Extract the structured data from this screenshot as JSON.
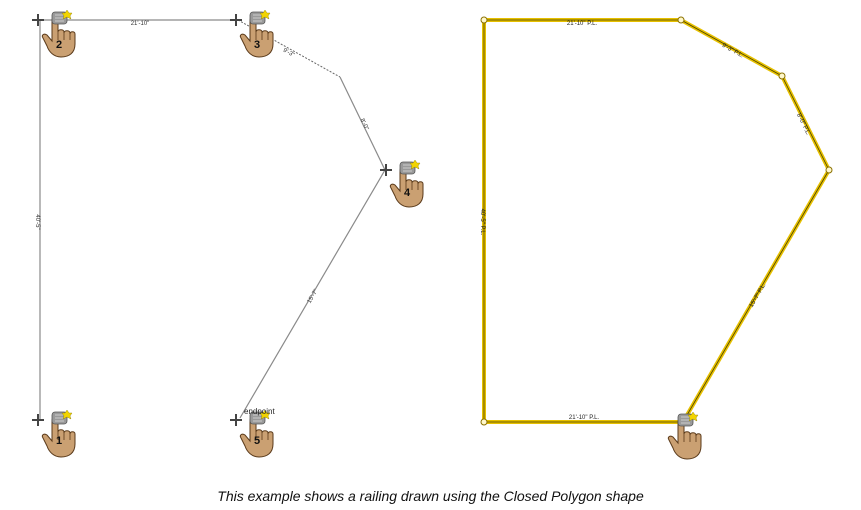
{
  "caption": "This example shows a railing drawn using the Closed Polygon shape",
  "left_drawing": {
    "segment_labels": [
      "21'-10\"",
      "9'-3\"",
      "8'-0\"",
      "15'-7\"",
      "40'-5\""
    ],
    "click_points": [
      "1",
      "2",
      "3",
      "4",
      "5"
    ],
    "endpoint_label": "endpoint",
    "colors": {
      "line": "#8a8a8a",
      "dashed": "#666666"
    }
  },
  "right_drawing": {
    "segment_labels": [
      "21'-10\" P.L.",
      "9'-3\" P.L.",
      "8'-0\" P.L.",
      "15'-7\" P.L.",
      "40'-5\" P.L.",
      "21'-10\" P.L."
    ],
    "colors": {
      "outline": "#e6c000",
      "core": "#4a4000",
      "vertex": "#fff8cc"
    }
  },
  "icons": {
    "cursor": "pointing-hand-cursor-icon",
    "crosshair": "crosshair-icon"
  }
}
